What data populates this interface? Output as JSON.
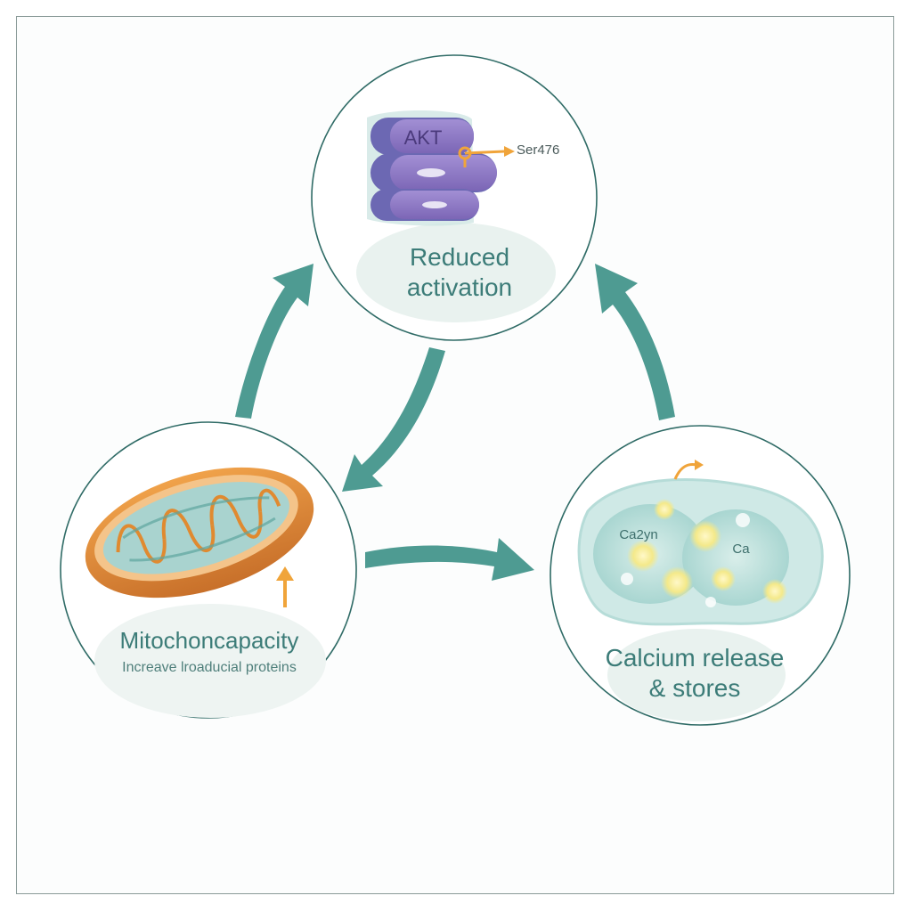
{
  "akt_node": {
    "protein_label": "AKT",
    "site_label": "Ser476",
    "caption": "Reduced\nactivation",
    "icon": "akt-protein-icon"
  },
  "mito_node": {
    "caption": "Mitochoncapacity",
    "subcaption": "Increave lroaducial proteins",
    "icon": "mitochondrion-icon"
  },
  "calcium_node": {
    "tag_1": "Ca2yn",
    "tag_2": "Ca",
    "caption": "Calcium release\n& stores",
    "icon": "calcium-store-icon"
  },
  "colors": {
    "arrow": "#4e9b92",
    "circle_stroke": "#2f6b66",
    "text": "#3c7c78",
    "akt_purple": "#8e78c6",
    "mito_orange": "#d98a3a",
    "highlight": "#f0a43a",
    "caption_bg": "#e9f2ef"
  }
}
